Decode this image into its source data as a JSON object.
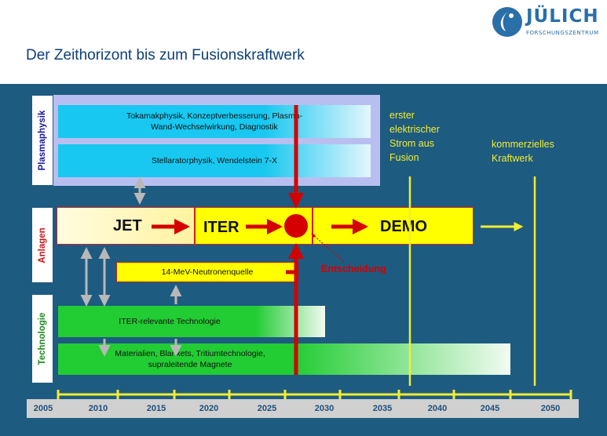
{
  "logo": {
    "name": "JÜLICH",
    "subtitle": "FORSCHUNGSZENTRUM",
    "mark_icon": "juelich-logo-icon"
  },
  "title": "Der Zeithorizont bis zum Fusionskraftwerk",
  "sections": {
    "plasmaphysik": "Plasmaphysik",
    "anlagen": "Anlagen",
    "technologie": "Technologie"
  },
  "plasma_boxes": {
    "tokamak_line1": "Tokamakphysik, Konzeptverbesserung, Plasma-",
    "tokamak_line2": "Wand-Wechselwirkung, Diagnostik",
    "stellarator": "Stellaratorphysik, Wendelstein 7-X"
  },
  "facilities": {
    "jet": "JET",
    "iter": "ITER",
    "demo": "DEMO"
  },
  "neutron_source": "14-MeV-Neutronenquelle",
  "decision": "Entscheidung",
  "tech_boxes": {
    "iter_tech": "ITER-relevante Technologie",
    "materials_line1": "Materialien, Blankets, Tritiumtechnologie,",
    "materials_line2": "supraleitende Magnete"
  },
  "notes": {
    "first_power": [
      "erster",
      "elektrischer",
      "Strom aus",
      "Fusion"
    ],
    "commercial": [
      "kommerzielles",
      "Kraftwerk"
    ]
  },
  "timeline": {
    "years": [
      "2005",
      "2010",
      "2015",
      "2020",
      "2025",
      "2030",
      "2035",
      "2040",
      "2045",
      "2050"
    ]
  },
  "colors": {
    "panel": "#1e5b80",
    "plasma_area": "#b8bff0",
    "cyan_box": "#18c8f0",
    "facility_yellow": "#ffff00",
    "decision_red": "#d40000",
    "tech_green": "#22cc33",
    "timeline_yellow": "#f2ec32"
  }
}
